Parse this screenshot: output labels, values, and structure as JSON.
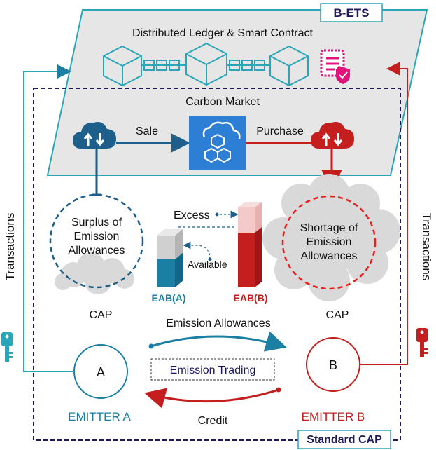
{
  "blockchain": {
    "badge": "B-ETS",
    "title": "Distributed Ledger & Smart Contract"
  },
  "market": {
    "title": "Carbon Market",
    "sale": "Sale",
    "purchase": "Purchase"
  },
  "emitter_a": {
    "circle_text_1": "Surplus of",
    "circle_text_2": "Emission",
    "circle_text_3": "Allowances",
    "cap": "CAP",
    "bar_label": "EAB(A)",
    "available": "Available",
    "node": "A",
    "name": "EMITTER A"
  },
  "emitter_b": {
    "circle_text_1": "Shortage of",
    "circle_text_2": "Emission",
    "circle_text_3": "Allowances",
    "cap": "CAP",
    "bar_label": "EAB(B)",
    "excess": "Excess",
    "node": "B",
    "name": "EMITTER B"
  },
  "trading": {
    "top": "Emission Allowances",
    "box": "Emission Trading",
    "bottom": "Credit"
  },
  "side": {
    "left": "Transactions",
    "right": "Transactions"
  },
  "footer_badge": "Standard CAP",
  "colors": {
    "teal": "#1a7fa3",
    "red": "#c41e1e",
    "navy": "#1e1a5a",
    "pink": "#e2137b"
  }
}
